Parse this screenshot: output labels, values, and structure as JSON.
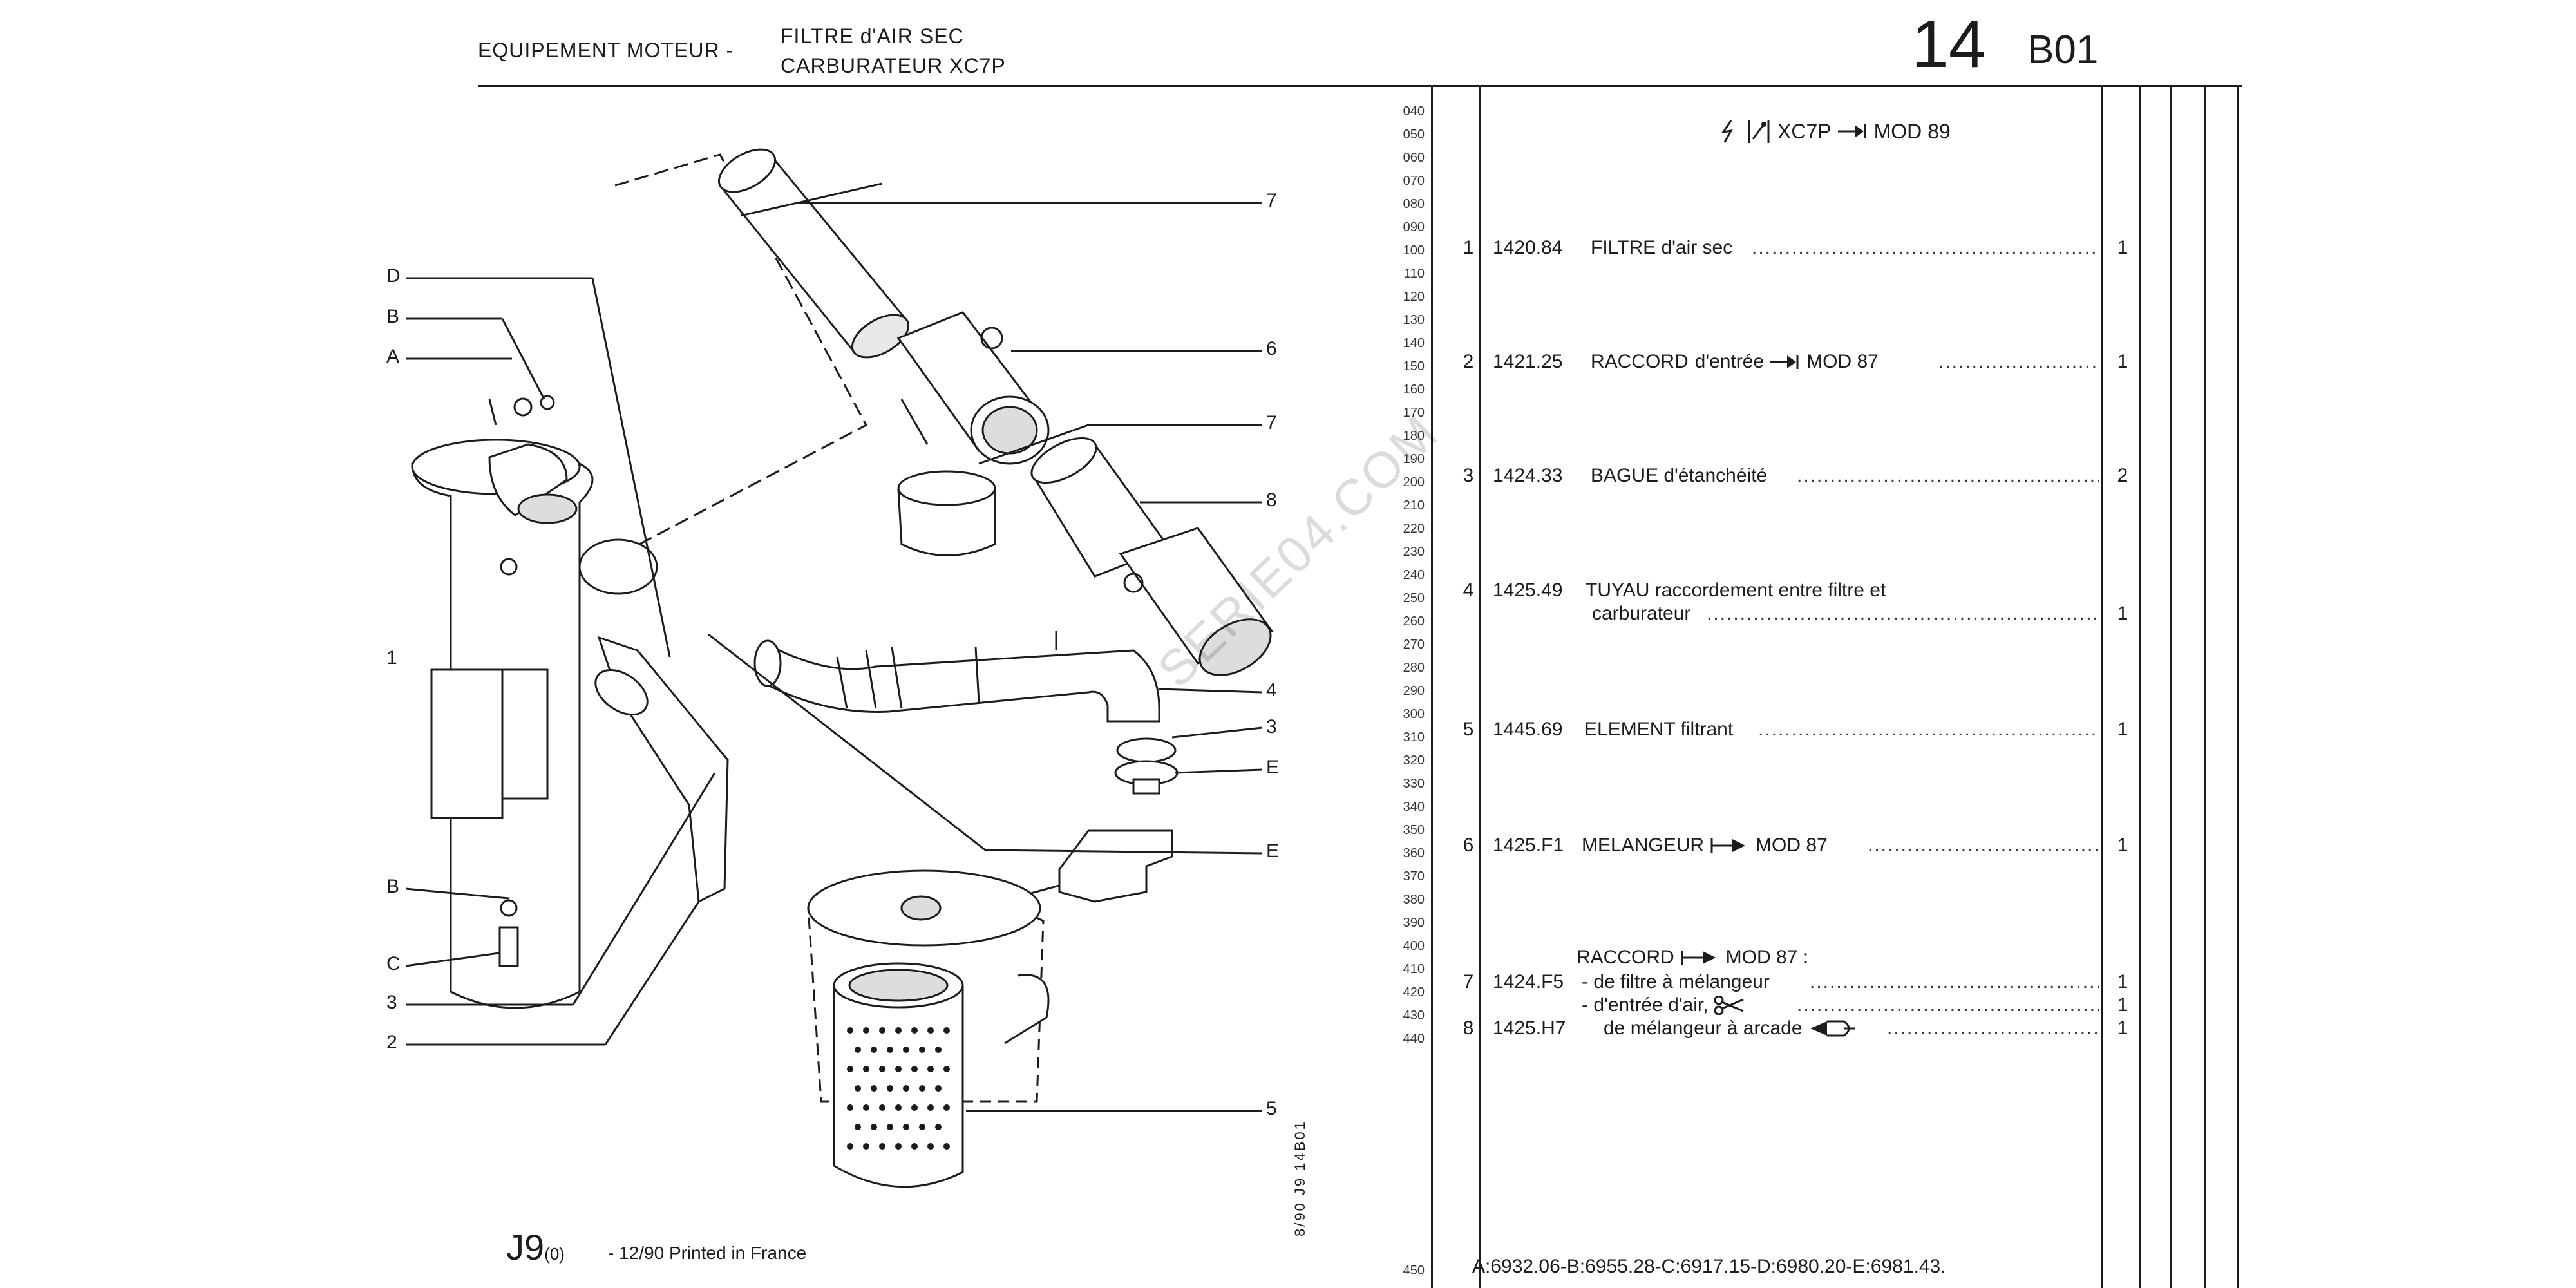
{
  "header": {
    "section": "EQUIPEMENT MOTEUR -",
    "subtitle_1": "FILTRE d'AIR SEC",
    "subtitle_2": "CARBURATEUR XC7P",
    "group_number": "14",
    "group_code": "B01"
  },
  "applicability": {
    "engine": "XC7P",
    "model": "MOD 89"
  },
  "line_numbers": [
    "040",
    "050",
    "060",
    "070",
    "080",
    "090",
    "100",
    "110",
    "120",
    "130",
    "140",
    "150",
    "160",
    "170",
    "180",
    "190",
    "200",
    "210",
    "220",
    "230",
    "240",
    "250",
    "260",
    "270",
    "280",
    "290",
    "300",
    "310",
    "320",
    "330",
    "340",
    "350",
    "360",
    "370",
    "380",
    "390",
    "400",
    "410",
    "420",
    "430",
    "440"
  ],
  "parts": [
    {
      "ref": "1",
      "part_no": "1420.84",
      "name": "FILTRE",
      "detail": "d'air sec",
      "qty": "1"
    },
    {
      "ref": "2",
      "part_no": "1421.25",
      "name": "RACCORD",
      "detail": "d'entrée",
      "model": "MOD 87",
      "qty": "1"
    },
    {
      "ref": "3",
      "part_no": "1424.33",
      "name": "BAGUE",
      "detail": "d'étanchéité",
      "qty": "2"
    },
    {
      "ref": "4",
      "part_no": "1425.49",
      "name": "TUYAU",
      "detail": "raccordement entre filtre et",
      "detail_2": "carburateur",
      "qty": "1"
    },
    {
      "ref": "5",
      "part_no": "1445.69",
      "name": "ELEMENT",
      "detail": "filtrant",
      "qty": "1"
    },
    {
      "ref": "6",
      "part_no": "1425.F1",
      "name": "MELANGEUR",
      "model": "MOD 87",
      "qty": "1"
    }
  ],
  "group_7_8": {
    "heading": "RACCORD",
    "heading_model": "MOD 87 :",
    "lines": [
      {
        "ref": "7",
        "part_no": "1424.F5",
        "text": "- de filtre à mélangeur",
        "qty": "1"
      },
      {
        "ref": "",
        "part_no": "",
        "text": "- d'entrée d'air,",
        "qty": "1"
      },
      {
        "ref": "8",
        "part_no": "1425.H7",
        "text": "de mélangeur à arcade",
        "qty": "1"
      }
    ]
  },
  "last_line_number": "450",
  "footer": {
    "j9": "J9",
    "j9_sub": "(0)",
    "printed": "- 12/90 Printed in France",
    "vertical_code": "8/90 J9 14B01",
    "codes": "A:6932.06-B:6955.28-C:6917.15-D:6980.20-E:6981.43."
  },
  "watermark": "SERIE04.COM",
  "callouts": {
    "right": [
      "7",
      "6",
      "7",
      "8",
      "4",
      "3",
      "E",
      "E",
      "5"
    ],
    "left": [
      "D",
      "B",
      "A",
      "1",
      "B",
      "C",
      "3",
      "2"
    ]
  }
}
